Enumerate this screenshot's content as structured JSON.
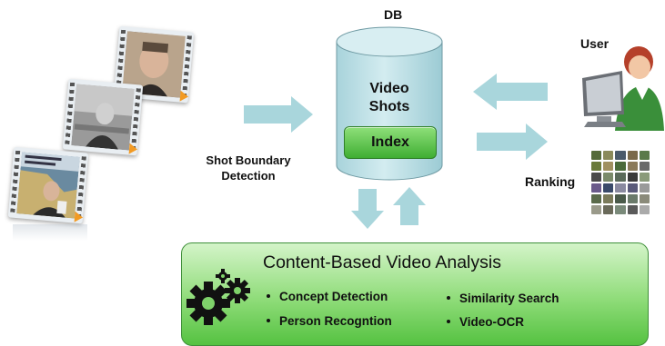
{
  "labels": {
    "db": "DB",
    "video_shots": "Video Shots",
    "video_shots_line1": "Video",
    "video_shots_line2": "Shots",
    "index": "Index",
    "user": "User",
    "ranking": "Ranking",
    "shot_boundary_line1": "Shot Boundary",
    "shot_boundary_line2": "Detection"
  },
  "analysis": {
    "title": "Content-Based Video Analysis",
    "bullets_left": [
      "Concept Detection",
      "Person Recogntion"
    ],
    "bullets_right": [
      "Similarity Search",
      "Video-OCR"
    ]
  },
  "icons": {
    "film_frames": [
      "film-frame-icon",
      "film-frame-icon",
      "film-frame-icon"
    ],
    "user": "user-at-computer-icon",
    "ranking": "thumbnail-grid-icon",
    "gears": "gears-icon",
    "database": "database-cylinder-icon"
  },
  "colors": {
    "arrow": "#a9d6dc",
    "cylinder": "#b9dfe6",
    "cylinder_top": "#d8eef2",
    "index_green": "#5ac447",
    "box_green": "#7ed26a",
    "play": "#f29a23"
  }
}
